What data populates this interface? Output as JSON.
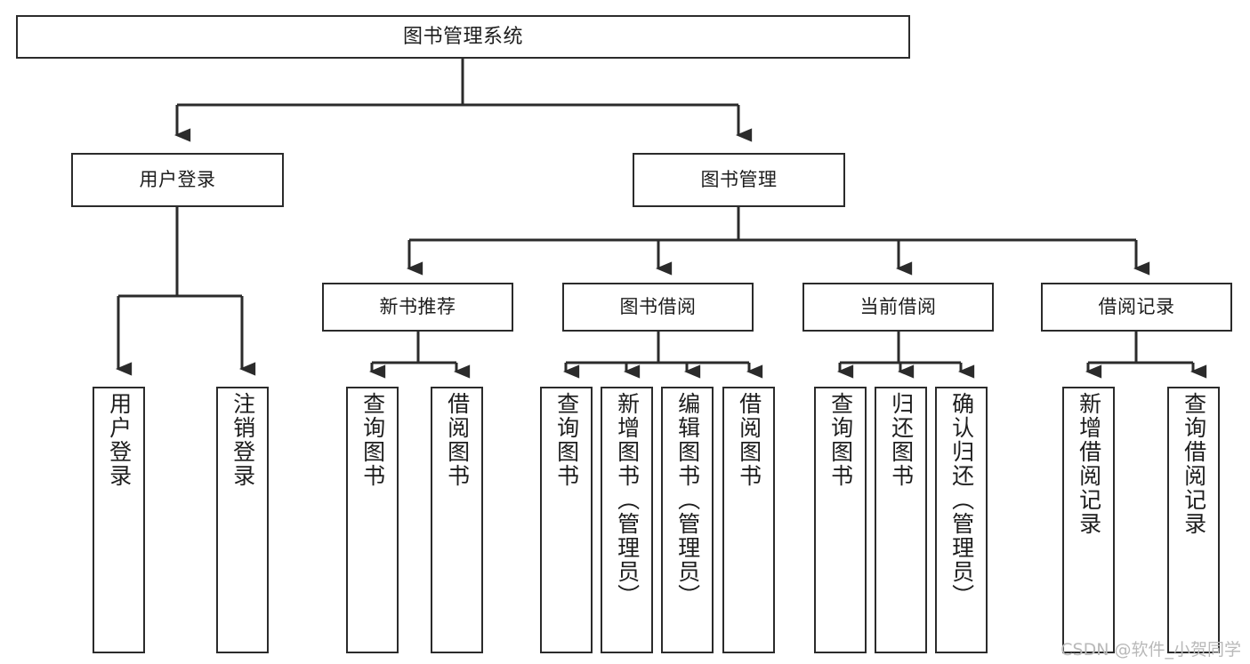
{
  "diagram": {
    "type": "tree-hierarchy",
    "title": "图书管理系统",
    "watermark": "CSDN @软件_小贺同学",
    "colors": {
      "background": "#ffffff",
      "box_border": "#2b2b2b",
      "box_fill": "#ffffff",
      "text": "#1d1d1d",
      "connector": "#2b2b2b",
      "watermark": "#b9b9b9"
    },
    "root": {
      "label": "图书管理系统"
    },
    "level2": [
      {
        "label": "用户登录"
      },
      {
        "label": "图书管理"
      }
    ],
    "level3": [
      {
        "label": "新书推荐"
      },
      {
        "label": "图书借阅"
      },
      {
        "label": "当前借阅"
      },
      {
        "label": "借阅记录"
      }
    ],
    "leaves": {
      "user_login": [
        {
          "label": "用户登录"
        },
        {
          "label": "注销登录"
        }
      ],
      "new_book_recommend": [
        {
          "label": "查询图书"
        },
        {
          "label": "借阅图书"
        }
      ],
      "book_borrow": [
        {
          "label": "查询图书"
        },
        {
          "label": "新增图书（管理员）"
        },
        {
          "label": "编辑图书（管理员）"
        },
        {
          "label": "借阅图书"
        }
      ],
      "current_borrow": [
        {
          "label": "查询图书"
        },
        {
          "label": "归还图书"
        },
        {
          "label": "确认归还（管理员）"
        }
      ],
      "borrow_record": [
        {
          "label": "新增借阅记录"
        },
        {
          "label": "查询借阅记录"
        }
      ]
    }
  }
}
